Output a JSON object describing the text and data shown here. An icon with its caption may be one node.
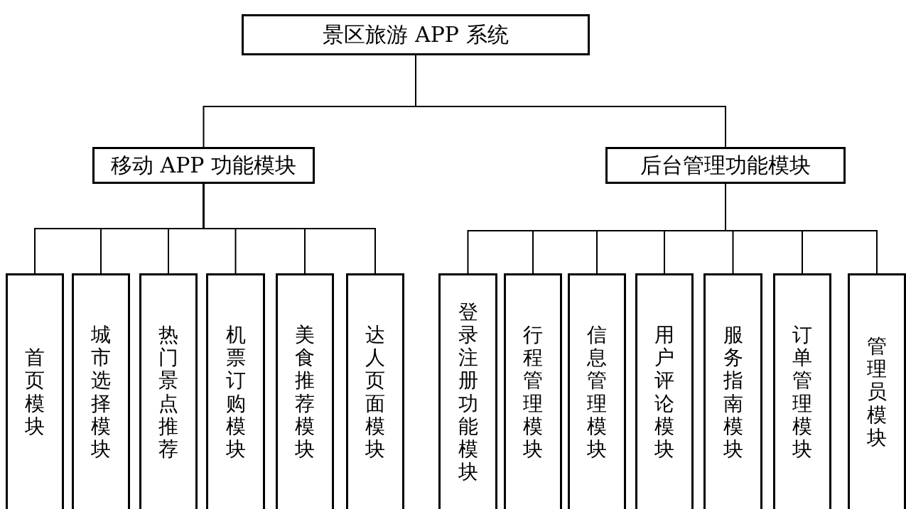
{
  "diagram": {
    "nodes": [
      {
        "text": [
          "景区旅游 APP 系统"
        ]
      },
      {
        "text": [
          "移动 APP 功能模块"
        ]
      },
      {
        "text": [
          "后台管理功能模块"
        ]
      },
      {
        "text": [
          "首页模块"
        ]
      },
      {
        "text": [
          "城市选择模块"
        ]
      },
      {
        "text": [
          "热门景点推荐"
        ]
      },
      {
        "text": [
          "机票订购模块"
        ]
      },
      {
        "text": [
          "美食推荐模块"
        ]
      },
      {
        "text": [
          "达人页面模块"
        ]
      },
      {
        "text": [
          "登录注册功能模块"
        ]
      },
      {
        "text": [
          "行程管理模块"
        ]
      },
      {
        "text": [
          "信息管理模块"
        ]
      },
      {
        "text": [
          "用户评论模块"
        ]
      },
      {
        "text": [
          "服务指南模块"
        ]
      },
      {
        "text": [
          "订单管理模块"
        ]
      },
      {
        "text": [
          "管理员模块"
        ]
      }
    ],
    "edges": [
      {
        "from": 0,
        "to": 1,
        "arrow": "none"
      },
      {
        "from": 0,
        "to": 2,
        "arrow": "none"
      },
      {
        "from": 1,
        "to": 3,
        "arrow": "none"
      },
      {
        "from": 1,
        "to": 4,
        "arrow": "none"
      },
      {
        "from": 1,
        "to": 5,
        "arrow": "none"
      },
      {
        "from": 1,
        "to": 6,
        "arrow": "none"
      },
      {
        "from": 1,
        "to": 7,
        "arrow": "none"
      },
      {
        "from": 1,
        "to": 8,
        "arrow": "none"
      },
      {
        "from": 2,
        "to": 9,
        "arrow": "none"
      },
      {
        "from": 2,
        "to": 10,
        "arrow": "none"
      },
      {
        "from": 2,
        "to": 11,
        "arrow": "none"
      },
      {
        "from": 2,
        "to": 12,
        "arrow": "none"
      },
      {
        "from": 2,
        "to": 13,
        "arrow": "none"
      },
      {
        "from": 2,
        "to": 14,
        "arrow": "none"
      },
      {
        "from": 2,
        "to": 15,
        "arrow": "none"
      }
    ]
  }
}
